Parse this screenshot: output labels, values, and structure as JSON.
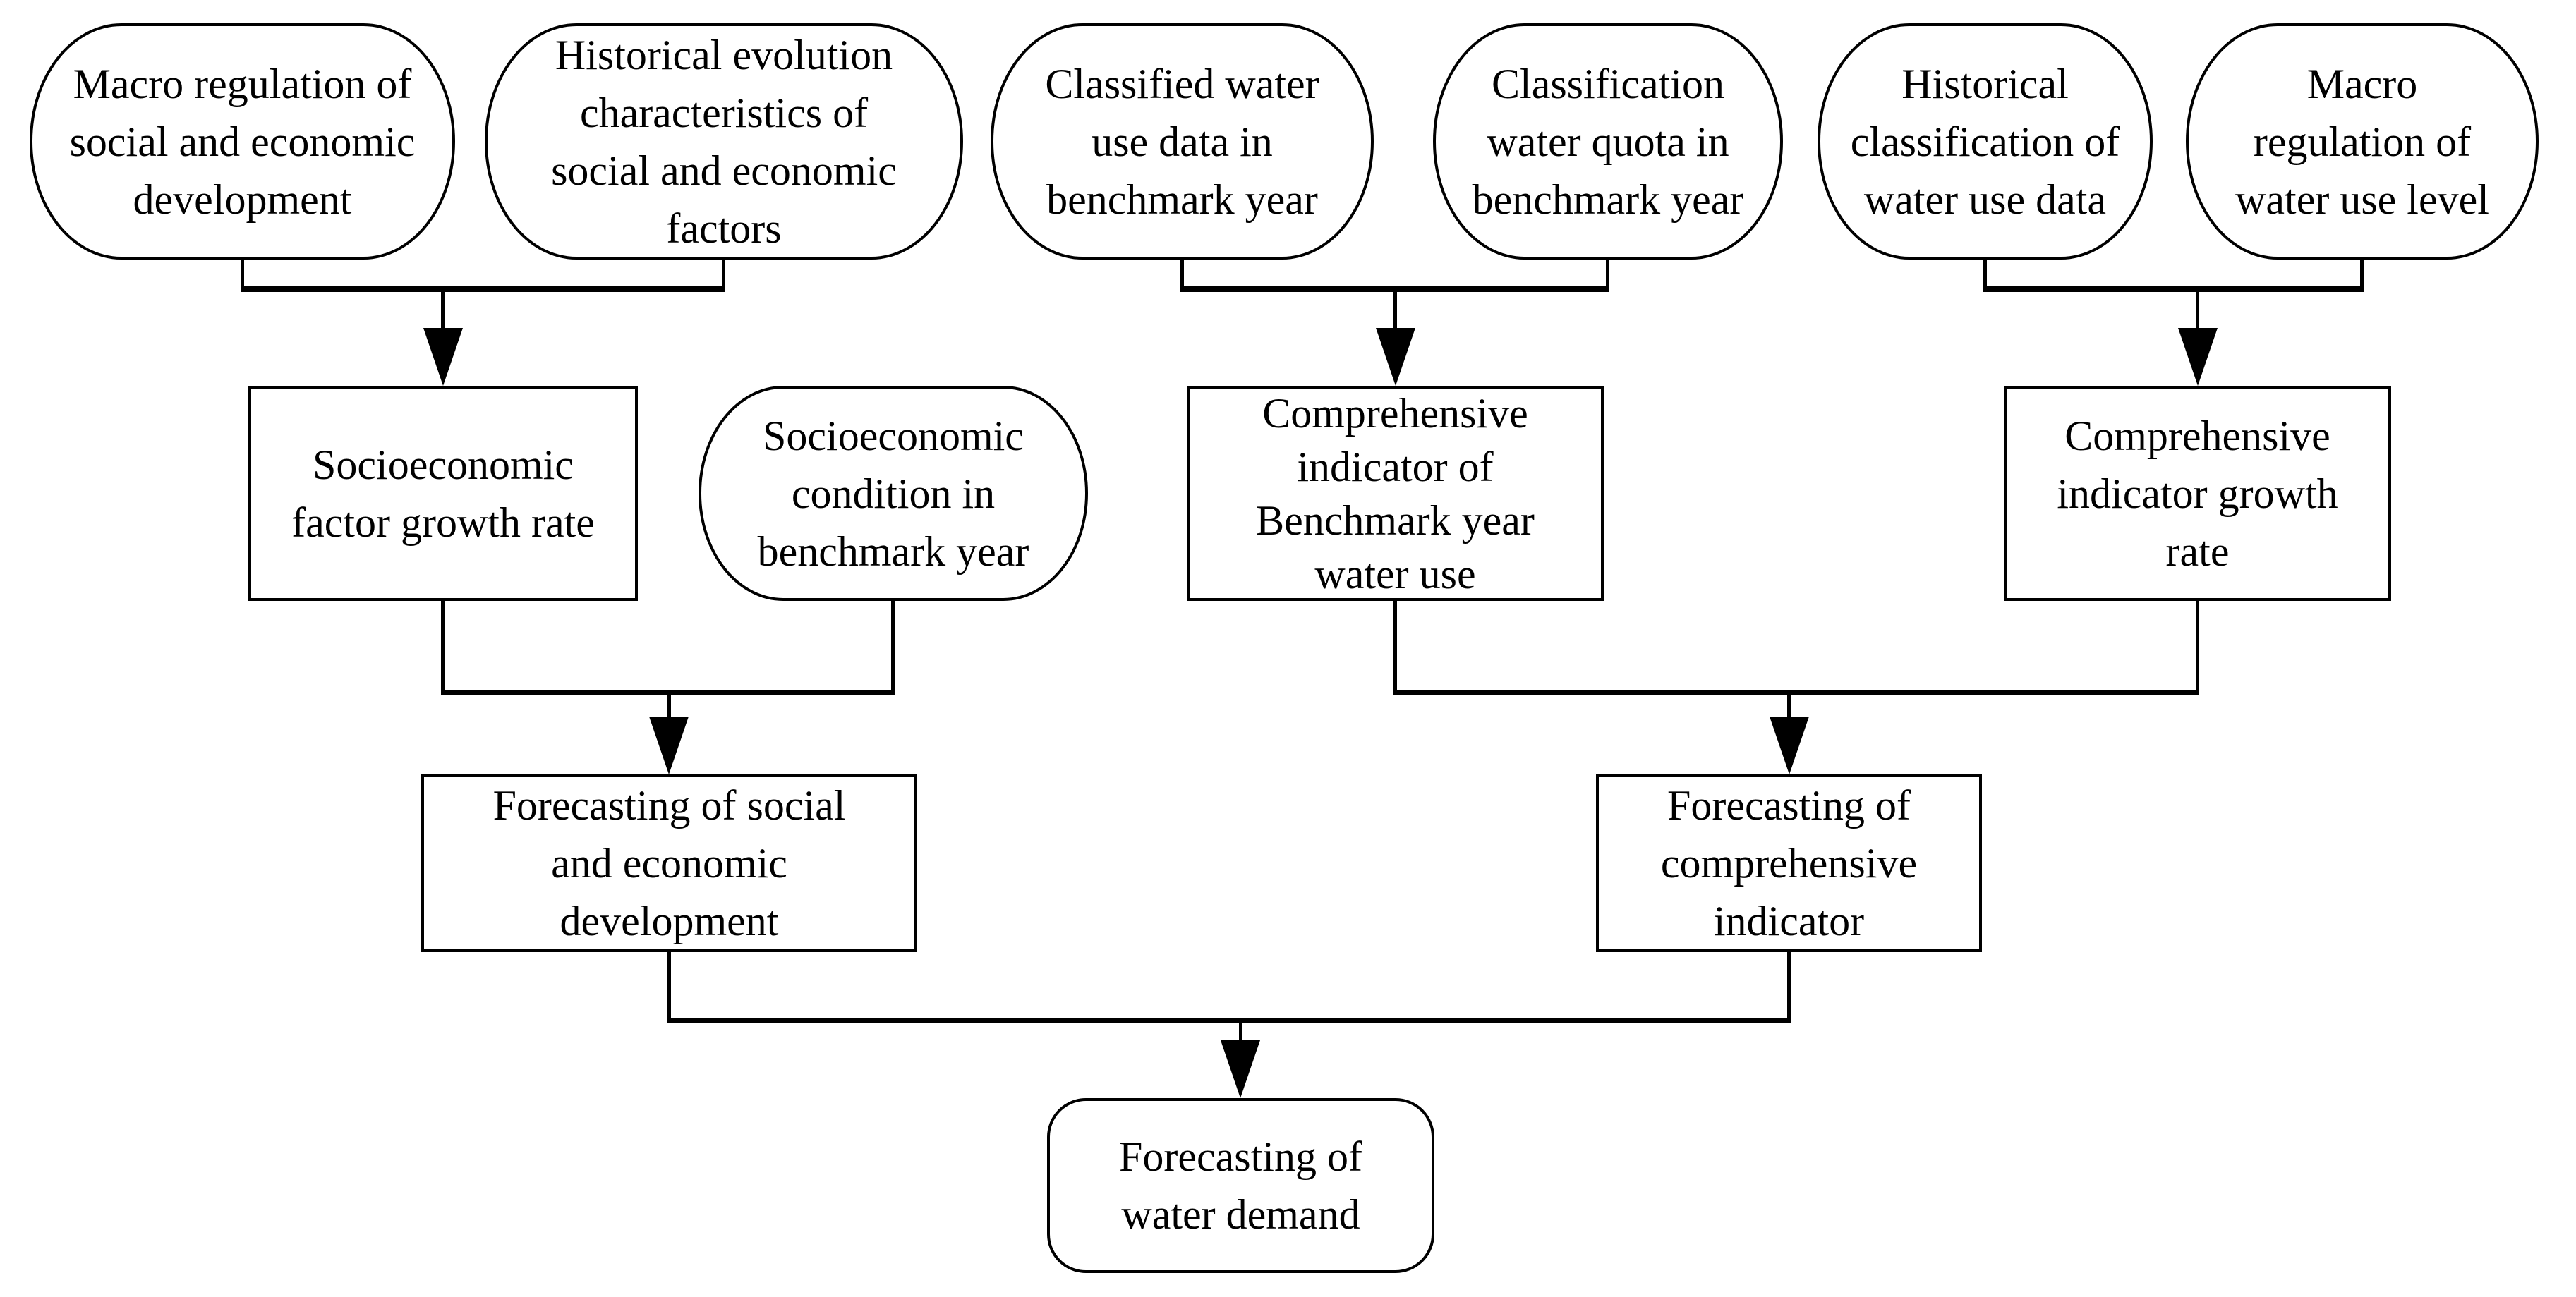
{
  "diagram": {
    "colors": {
      "background": "#ffffff",
      "stroke": "#000000",
      "text": "#000000"
    },
    "nodes": {
      "macro_regulation_development": {
        "shape": "stadium",
        "label": [
          "Macro regulation of",
          "social and economic",
          "development"
        ]
      },
      "historical_evolution_factors": {
        "shape": "stadium",
        "label": [
          "Historical evolution",
          "characteristics of",
          "social and economic",
          "factors"
        ]
      },
      "classified_water_use_data": {
        "shape": "stadium",
        "label": [
          "Classified water",
          "use data in",
          "benchmark year"
        ]
      },
      "classification_water_quota": {
        "shape": "stadium",
        "label": [
          "Classification",
          "water quota in",
          "benchmark year"
        ]
      },
      "historical_classification_water_use": {
        "shape": "stadium",
        "label": [
          "Historical",
          "classification of",
          "water use data"
        ]
      },
      "macro_regulation_water_level": {
        "shape": "stadium",
        "label": [
          "Macro",
          "regulation of",
          "water use level"
        ]
      },
      "socioeconomic_factor_growth_rate": {
        "shape": "rect",
        "label": [
          "Socioeconomic",
          "factor growth rate"
        ]
      },
      "socioeconomic_condition_benchmark_year": {
        "shape": "stadium",
        "label": [
          "Socioeconomic",
          "condition in",
          "benchmark year"
        ]
      },
      "comprehensive_indicator_benchmark_water_use": {
        "shape": "rect",
        "label": [
          "Comprehensive",
          "indicator of",
          "Benchmark year",
          "water use"
        ]
      },
      "comprehensive_indicator_growth_rate": {
        "shape": "rect",
        "label": [
          "Comprehensive",
          "indicator growth",
          "rate"
        ]
      },
      "forecasting_social_economic_development": {
        "shape": "rect",
        "label": [
          "Forecasting of social",
          "and economic",
          "development"
        ]
      },
      "forecasting_comprehensive_indicator": {
        "shape": "rect",
        "label": [
          "Forecasting of",
          "comprehensive",
          "indicator"
        ]
      },
      "forecasting_water_demand": {
        "shape": "rounded-rect",
        "label": [
          "Forecasting of",
          "water demand"
        ]
      }
    },
    "edges": [
      {
        "from": "macro_regulation_development",
        "to": "socioeconomic_factor_growth_rate"
      },
      {
        "from": "historical_evolution_factors",
        "to": "socioeconomic_factor_growth_rate"
      },
      {
        "from": "classified_water_use_data",
        "to": "comprehensive_indicator_benchmark_water_use"
      },
      {
        "from": "classification_water_quota",
        "to": "comprehensive_indicator_benchmark_water_use"
      },
      {
        "from": "historical_classification_water_use",
        "to": "comprehensive_indicator_growth_rate"
      },
      {
        "from": "macro_regulation_water_level",
        "to": "comprehensive_indicator_growth_rate"
      },
      {
        "from": "socioeconomic_factor_growth_rate",
        "to": "forecasting_social_economic_development"
      },
      {
        "from": "socioeconomic_condition_benchmark_year",
        "to": "forecasting_social_economic_development"
      },
      {
        "from": "comprehensive_indicator_benchmark_water_use",
        "to": "forecasting_comprehensive_indicator"
      },
      {
        "from": "comprehensive_indicator_growth_rate",
        "to": "forecasting_comprehensive_indicator"
      },
      {
        "from": "forecasting_social_economic_development",
        "to": "forecasting_water_demand"
      },
      {
        "from": "forecasting_comprehensive_indicator",
        "to": "forecasting_water_demand"
      }
    ]
  }
}
